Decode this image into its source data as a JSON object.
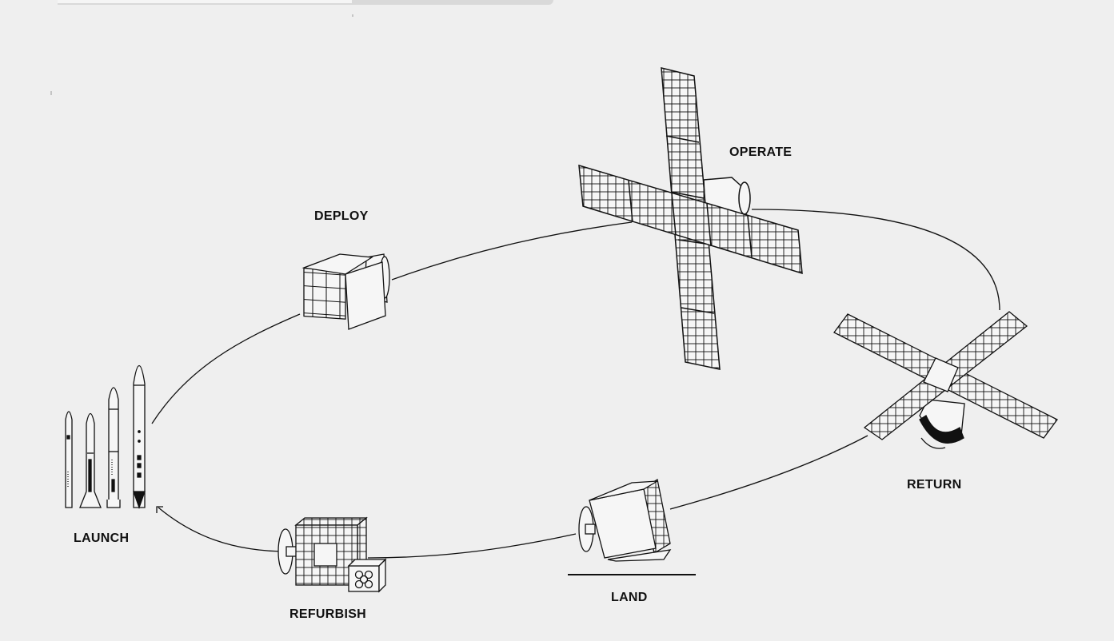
{
  "stages": {
    "deploy": "DEPLOY",
    "operate": "OPERATE",
    "return": "RETURN",
    "land": "LAND",
    "refurbish": "REFURBISH",
    "launch": "LAUNCH"
  },
  "colors": {
    "background": "#efefef",
    "ink": "#111111",
    "panel_fill": "#f4f4f4"
  },
  "icons": {
    "launch": "rocket-lineup-icon",
    "deploy": "folded-satellite-icon",
    "operate": "satellite-solar-array-icon",
    "return": "reentry-satellite-icon",
    "land": "landed-capsule-icon",
    "refurbish": "refurbish-module-icon"
  }
}
